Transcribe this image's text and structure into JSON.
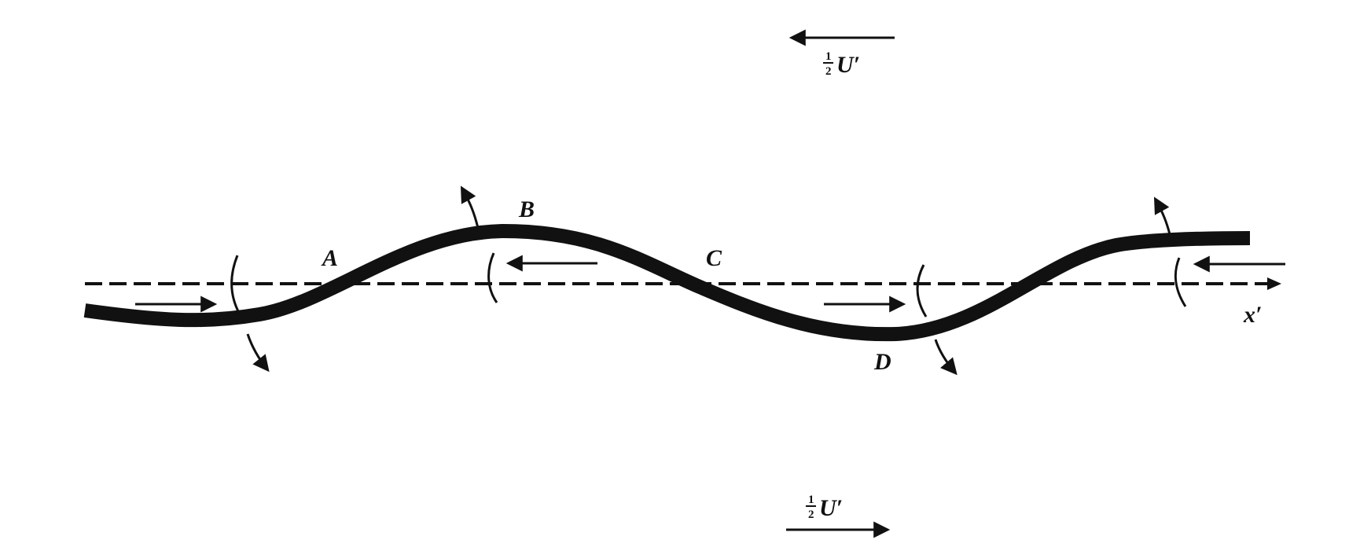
{
  "diagram": {
    "points": {
      "A": "A",
      "B": "B",
      "C": "C",
      "D": "D"
    },
    "axis_label": "x′",
    "top_velocity": {
      "num": "1",
      "den": "2",
      "symbol": "U′"
    },
    "bottom_velocity": {
      "num": "1",
      "den": "2",
      "symbol": "U′"
    },
    "colors": {
      "ink": "#111111",
      "background": "#ffffff"
    }
  }
}
